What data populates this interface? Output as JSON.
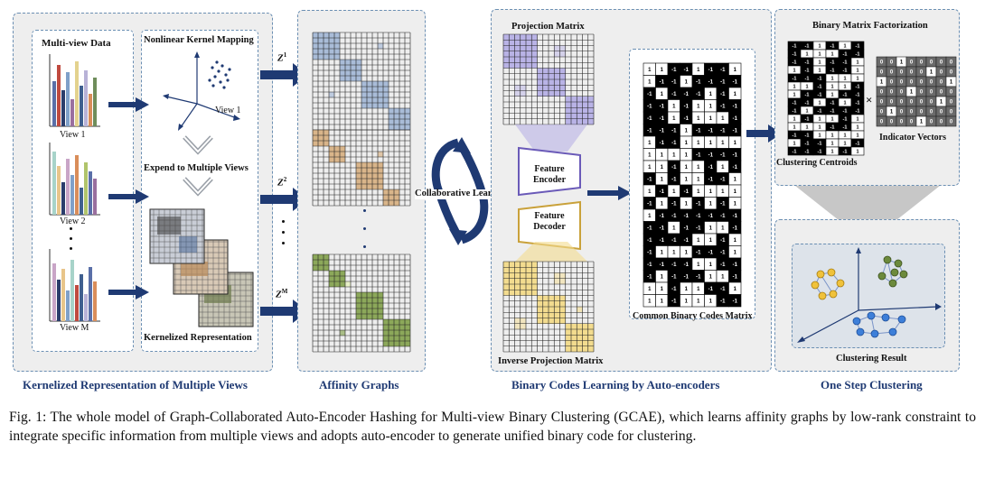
{
  "sections": {
    "kernel": "Kernelized Representation of Multiple Views",
    "affinity": "Affinity Graphs",
    "binary": "Binary Codes Learning by Auto-encoders",
    "onestep": "One Step Clustering"
  },
  "left": {
    "multiview_title": "Multi-view Data",
    "view1": "View 1",
    "view2": "View 2",
    "viewm": "View M",
    "kernel_mapping": "Nonlinear Kernel Mapping",
    "view1_axis": "View 1",
    "expand": "Expend to Multiple Views",
    "kernelized": "Kernelized Representation"
  },
  "affinity": {
    "z1": "Z",
    "z1_sup": "1",
    "z2": "Z",
    "z2_sup": "2",
    "zm": "Z",
    "zm_sup": "M"
  },
  "center": {
    "collab": "Collaborative Learning",
    "projection": "Projection Matrix",
    "inverse": "Inverse Projection Matrix",
    "encoder": "Feature Encoder",
    "decoder": "Feature Decoder",
    "common": "Common Binary Codes Matrix"
  },
  "right": {
    "bmf": "Binary Matrix Factorization",
    "centroids": "Clustering Centroids",
    "indicators": "Indicator Vectors",
    "result": "Clustering Result",
    "times": "×"
  },
  "binary_glyphs": {
    "one": "1",
    "neg": "-1"
  },
  "colors": {
    "border": "#6b8fb3",
    "panel_bg": "#eeeeee",
    "blue_block": "#a9bcd8",
    "orange_block": "#d9b58a",
    "green_block": "#8ca85a",
    "navy": "#1f3a73",
    "purple": "#b9b3e6",
    "yellow": "#f3dc8f"
  },
  "caption": "Fig. 1: The whole model of Graph-Collaborated Auto-Encoder Hashing for Multi-view Binary Clustering (GCAE), which learns affinity graphs by low-rank constraint to integrate specific information from multiple views and adopts auto-encoder to generate unified binary code for clustering."
}
